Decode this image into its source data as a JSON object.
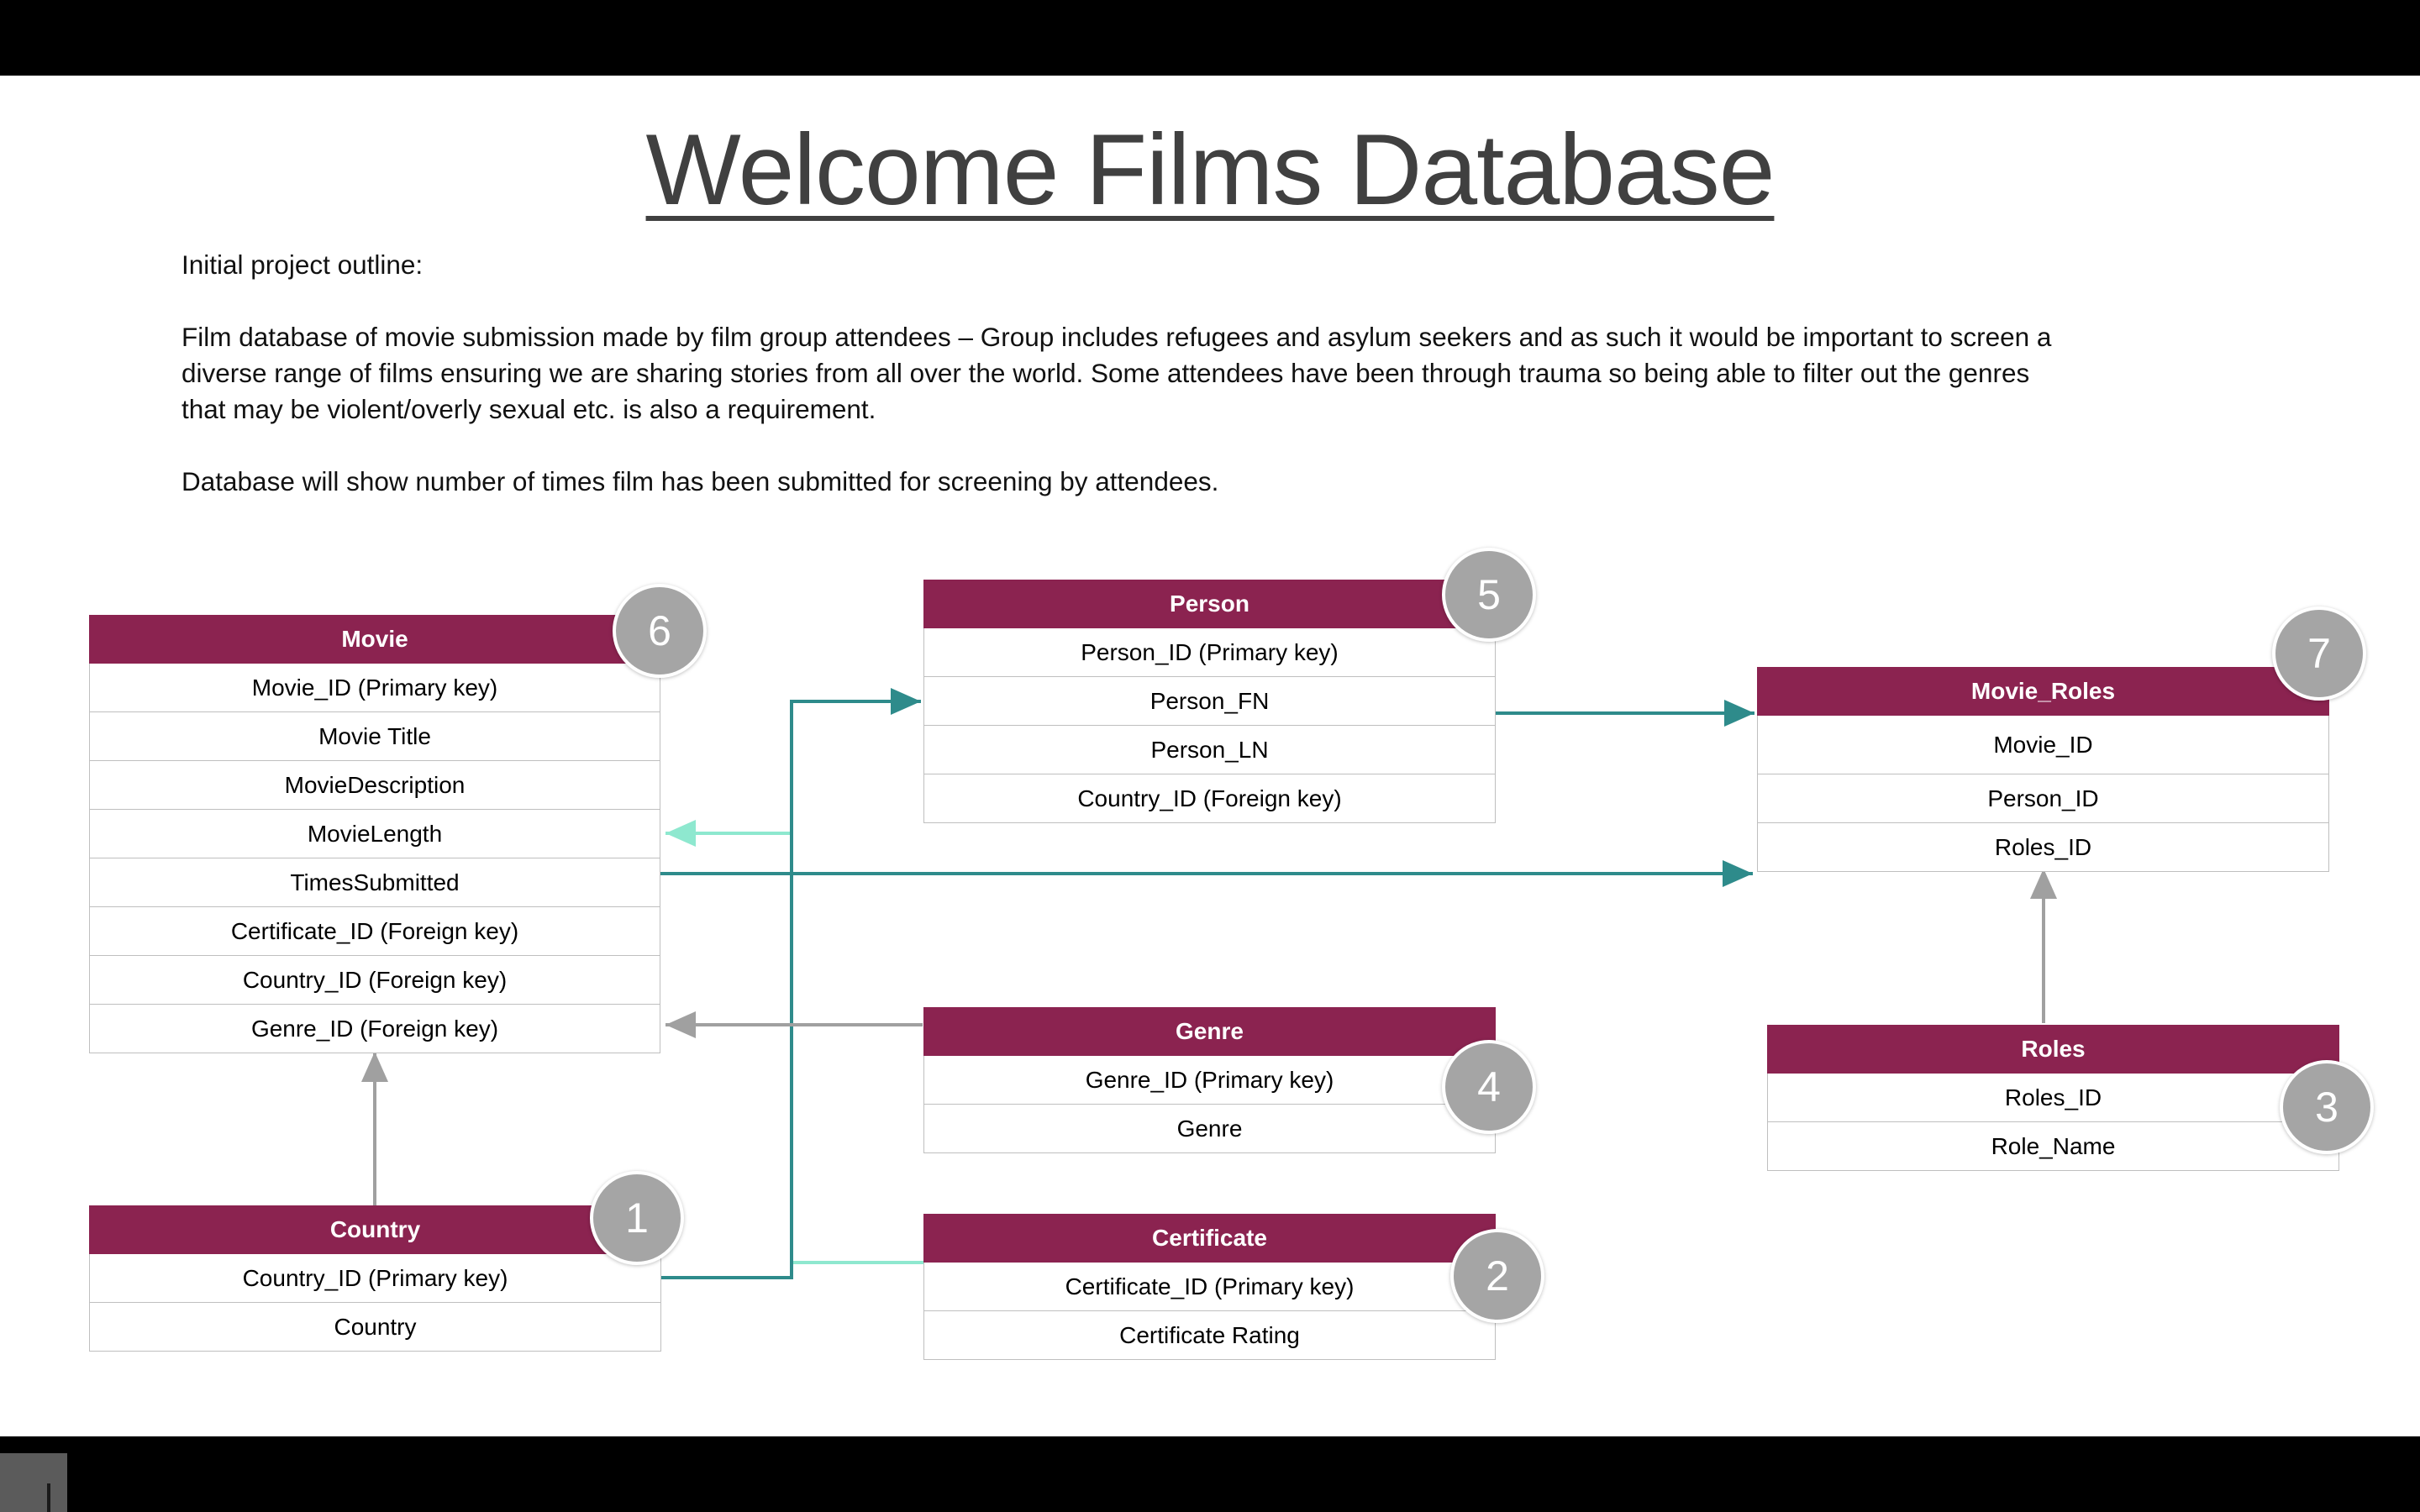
{
  "slide": {
    "title": "Welcome Films Database",
    "outline_heading": "Initial project outline:",
    "paragraph_lines": [
      "Film database of movie submission made by film group attendees – Group includes refugees and asylum seekers  and as such it would be important to screen a",
      "diverse range of films ensuring we are  sharing stories from all over the world. Some attendees have been through trauma so being able to  filter out the  genres",
      "that may be violent/overly sexual etc. is also a requirement."
    ],
    "submission_note": "Database will show number of times film has been submitted for screening by attendees."
  },
  "entities": {
    "movie": {
      "title": "Movie",
      "badge": "6",
      "fields": [
        "Movie_ID (Primary key)",
        "Movie Title",
        "MovieDescription",
        "MovieLength",
        "TimesSubmitted",
        "Certificate_ID (Foreign key)",
        "Country_ID (Foreign key)",
        "Genre_ID (Foreign key)"
      ]
    },
    "person": {
      "title": "Person",
      "badge": "5",
      "fields": [
        "Person_ID (Primary key)",
        "Person_FN",
        "Person_LN",
        "Country_ID (Foreign key)"
      ]
    },
    "movie_roles": {
      "title": "Movie_Roles",
      "badge": "7",
      "fields": [
        "Movie_ID",
        "Person_ID",
        "Roles_ID"
      ]
    },
    "genre": {
      "title": "Genre",
      "badge": "4",
      "fields": [
        "Genre_ID (Primary key)",
        "Genre"
      ]
    },
    "roles": {
      "title": "Roles",
      "badge": "3",
      "fields": [
        "Roles_ID",
        "Role_Name"
      ]
    },
    "country": {
      "title": "Country",
      "badge": "1",
      "fields": [
        "Country_ID (Primary key)",
        "Country"
      ]
    },
    "certificate": {
      "title": "Certificate",
      "badge": "2",
      "fields": [
        "Certificate_ID (Primary key)",
        "Certificate Rating"
      ]
    }
  },
  "colors": {
    "entity_header": "#8b2350",
    "badge": "#a5a5a5",
    "connector_teal": "#2e8b8b",
    "connector_mint": "#8ee8cf",
    "connector_gray": "#a0a0a0"
  },
  "controls": [
    {
      "name": "previous-slide-button",
      "icon": "arrow-left-icon"
    },
    {
      "name": "pen-tool-button",
      "icon": "pencil-icon"
    },
    {
      "name": "subtitles-button",
      "icon": "subtitles-icon"
    },
    {
      "name": "more-options-button",
      "icon": "ellipsis-icon"
    },
    {
      "name": "next-slide-button",
      "icon": "arrow-right-icon"
    }
  ]
}
